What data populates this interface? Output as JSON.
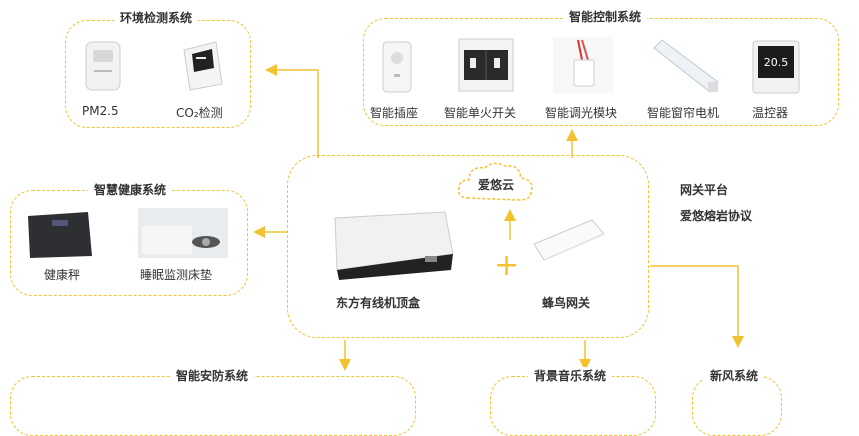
{
  "env_group": {
    "title": "环境检测系统",
    "items": [
      "PM2.5",
      "CO₂检测"
    ]
  },
  "control_group": {
    "title": "智能控制系统",
    "items": [
      "智能插座",
      "智能单火开关",
      "智能调光模块",
      "智能窗帘电机",
      "温控器"
    ],
    "thermostat_display": "20.5"
  },
  "health_group": {
    "title": "智慧健康系统",
    "items": [
      "健康秤",
      "睡眠监测床垫"
    ]
  },
  "hub": {
    "cloud_label": "爱悠云",
    "stb_label": "东方有线机顶盒",
    "gateway_label": "蜂鸟网关",
    "plus": "+"
  },
  "side_text": {
    "line1": "网关平台",
    "line2": "爱悠熔岩协议"
  },
  "bottom_groups": {
    "security_title": "智能安防系统",
    "music_title": "背景音乐系统",
    "fresh_air_title": "新风系统"
  },
  "colors": {
    "accent": "#f2c230",
    "border": "#f2c230"
  }
}
